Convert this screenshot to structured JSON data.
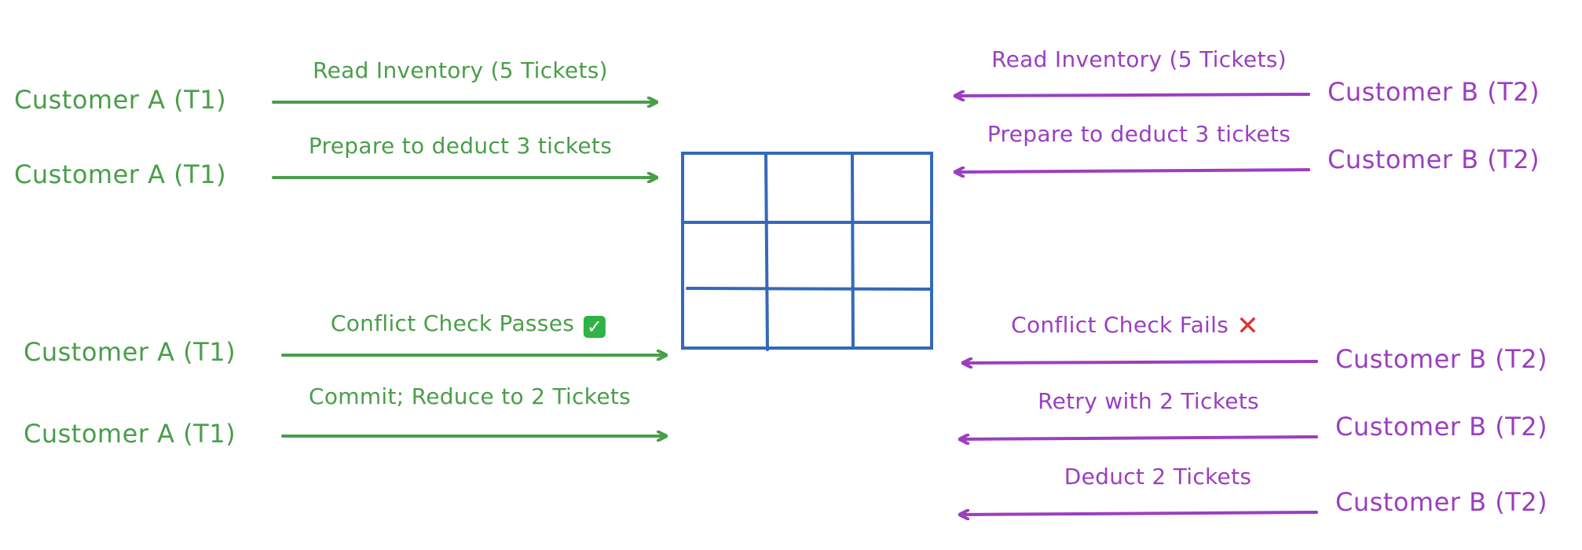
{
  "colors": {
    "customer_a": "#4a9e4a",
    "customer_b": "#9b3fbf",
    "table": "#3569b8"
  },
  "customer_a": {
    "rows": [
      {
        "actor": "Customer A (T1)",
        "step": "Read Inventory (5 Tickets)"
      },
      {
        "actor": "Customer A (T1)",
        "step": "Prepare to deduct 3 tickets"
      },
      {
        "actor": "Customer A (T1)",
        "step": "Conflict Check Passes",
        "icon": "check-mark-icon"
      },
      {
        "actor": "Customer A (T1)",
        "step": "Commit; Reduce to 2 Tickets"
      }
    ]
  },
  "customer_b": {
    "rows": [
      {
        "actor": "Customer B (T2)",
        "step": "Read Inventory (5 Tickets)"
      },
      {
        "actor": "Customer B (T2)",
        "step": "Prepare to deduct 3 tickets"
      },
      {
        "actor": "Customer B (T2)",
        "step": "Conflict Check Fails",
        "icon": "cross-mark-icon"
      },
      {
        "actor": "Customer B (T2)",
        "step": "Retry with 2 Tickets"
      },
      {
        "actor": "Customer B (T2)",
        "step": "Deduct 2 Tickets"
      }
    ]
  },
  "table": {
    "icon": "database-table-icon",
    "rows": 3,
    "columns": 3
  }
}
